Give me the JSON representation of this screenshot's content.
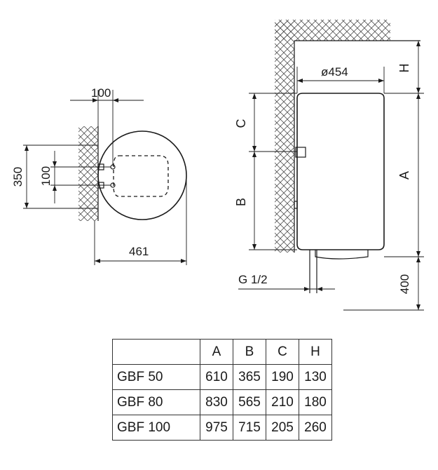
{
  "top_view": {
    "dim_top": "100",
    "dim_left_outer": "350",
    "dim_left_inner": "100",
    "dim_bottom": "461"
  },
  "side_view": {
    "diameter": "ø454",
    "dim_h": "H",
    "dim_c": "C",
    "dim_b": "B",
    "dim_a": "A",
    "dim_bottom": "400",
    "pipe_thread": "G 1/2"
  },
  "table": {
    "columns": [
      "A",
      "B",
      "C",
      "H"
    ],
    "rows": [
      {
        "model": "GBF 50",
        "values": [
          "610",
          "365",
          "190",
          "130"
        ]
      },
      {
        "model": "GBF 80",
        "values": [
          "830",
          "565",
          "210",
          "180"
        ]
      },
      {
        "model": "GBF 100",
        "values": [
          "975",
          "715",
          "205",
          "260"
        ]
      }
    ]
  }
}
